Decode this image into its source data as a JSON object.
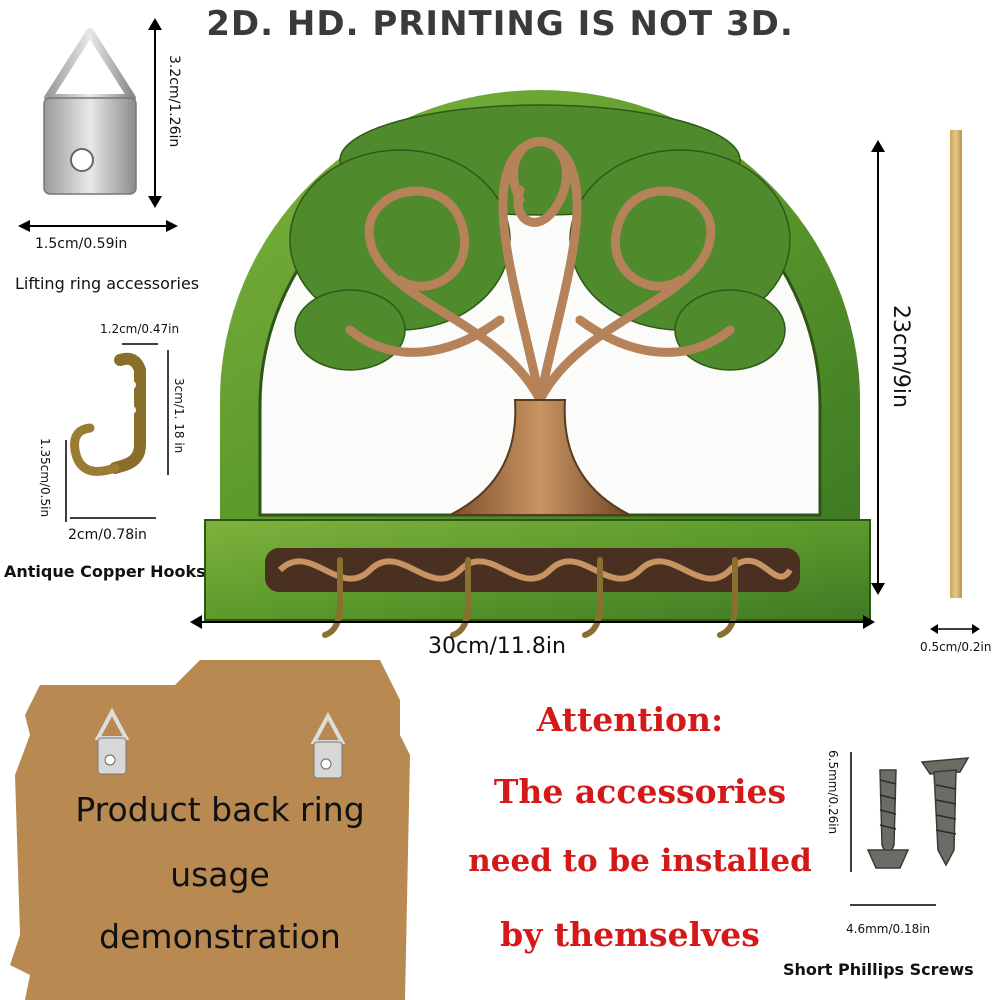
{
  "header": {
    "text": "2D. HD. PRINTING IS NOT 3D."
  },
  "lifting_ring": {
    "height_label": "3.2cm/1.26in",
    "width_label": "1.5cm/0.59in",
    "caption": "Lifting ring accessories"
  },
  "copper_hooks": {
    "top_label": "1.2cm/0.47in",
    "right_label": "3cm/1. 18 in",
    "left_label": "1.35cm/0.5in",
    "bottom_label": "2cm/0.78in",
    "caption": "Antique Copper Hooks"
  },
  "product": {
    "height_label": "23cm/9in",
    "width_label": "30cm/11.8in",
    "thickness_label": "0.5cm/0.2in"
  },
  "back_demo": {
    "line1": "Product back ring",
    "line2": "usage",
    "line3": "demonstration"
  },
  "attention": {
    "title": "Attention:",
    "line1": "The accessories",
    "line2": "need to be installed",
    "line3": "by themselves"
  },
  "screws": {
    "height_label": "6.5mm/0.26in",
    "width_label": "4.6mm/0.18in",
    "caption": "Short Phillips Screws"
  },
  "colors": {
    "frame_green": "#5e9a2f",
    "wood_brown": "#a8764a",
    "cardboard": "#b88a52",
    "attention_red": "#d41919"
  }
}
